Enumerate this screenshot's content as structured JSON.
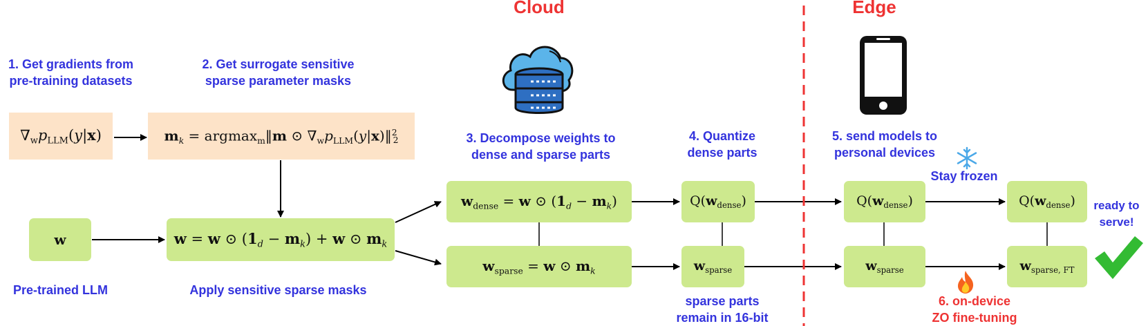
{
  "headers": {
    "cloud": "Cloud",
    "edge": "Edge"
  },
  "steps": {
    "step1": "1. Get gradients from\npre-training datasets",
    "step2": "2. Get surrogate sensitive\nsparse parameter masks",
    "step3": "3. Decompose weights to\ndense and sparse parts",
    "step4": "4. Quantize\ndense parts",
    "step5": "5. send models to\npersonal devices",
    "step6": "6. on-device\nZO fine-tuning"
  },
  "labels": {
    "pretrained": "Pre-trained LLM",
    "apply_masks": "Apply sensitive sparse masks",
    "sparse_16bit": "sparse parts\nremain in 16-bit",
    "stay_frozen": "Stay frozen",
    "ready": "ready to\nserve!"
  },
  "colors": {
    "step_text": "#3333dd",
    "highlight_text": "#ee3333",
    "formula_box": "#fde3c8",
    "weight_box": "#cde98e",
    "check": "#33bb33",
    "divider": "#ee3333"
  },
  "icons": {
    "cloud": "cloud-server-icon",
    "edge": "smartphone-icon",
    "frozen": "snowflake-icon",
    "finetune": "flame-icon",
    "ready": "checkmark-icon"
  }
}
